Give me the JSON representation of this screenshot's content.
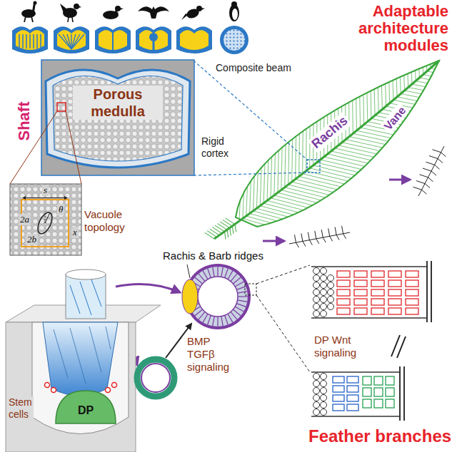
{
  "diagram": {
    "nodes": [
      {
        "text": [
          "Porous medulla"
        ]
      },
      {
        "text": [
          "DP"
        ]
      }
    ],
    "labels": [
      "Adaptable architecture modules",
      "Shaft",
      "Composite beam",
      "Rigid cortex",
      "Vacuole topology",
      "s",
      "2a",
      "θ",
      "2b",
      "x",
      "Rachis",
      "Vane",
      "Rachis & Barb ridges",
      "BMP TGFβ signaling",
      "DP Wnt signaling",
      "Stem cells",
      "Feather branches"
    ]
  }
}
